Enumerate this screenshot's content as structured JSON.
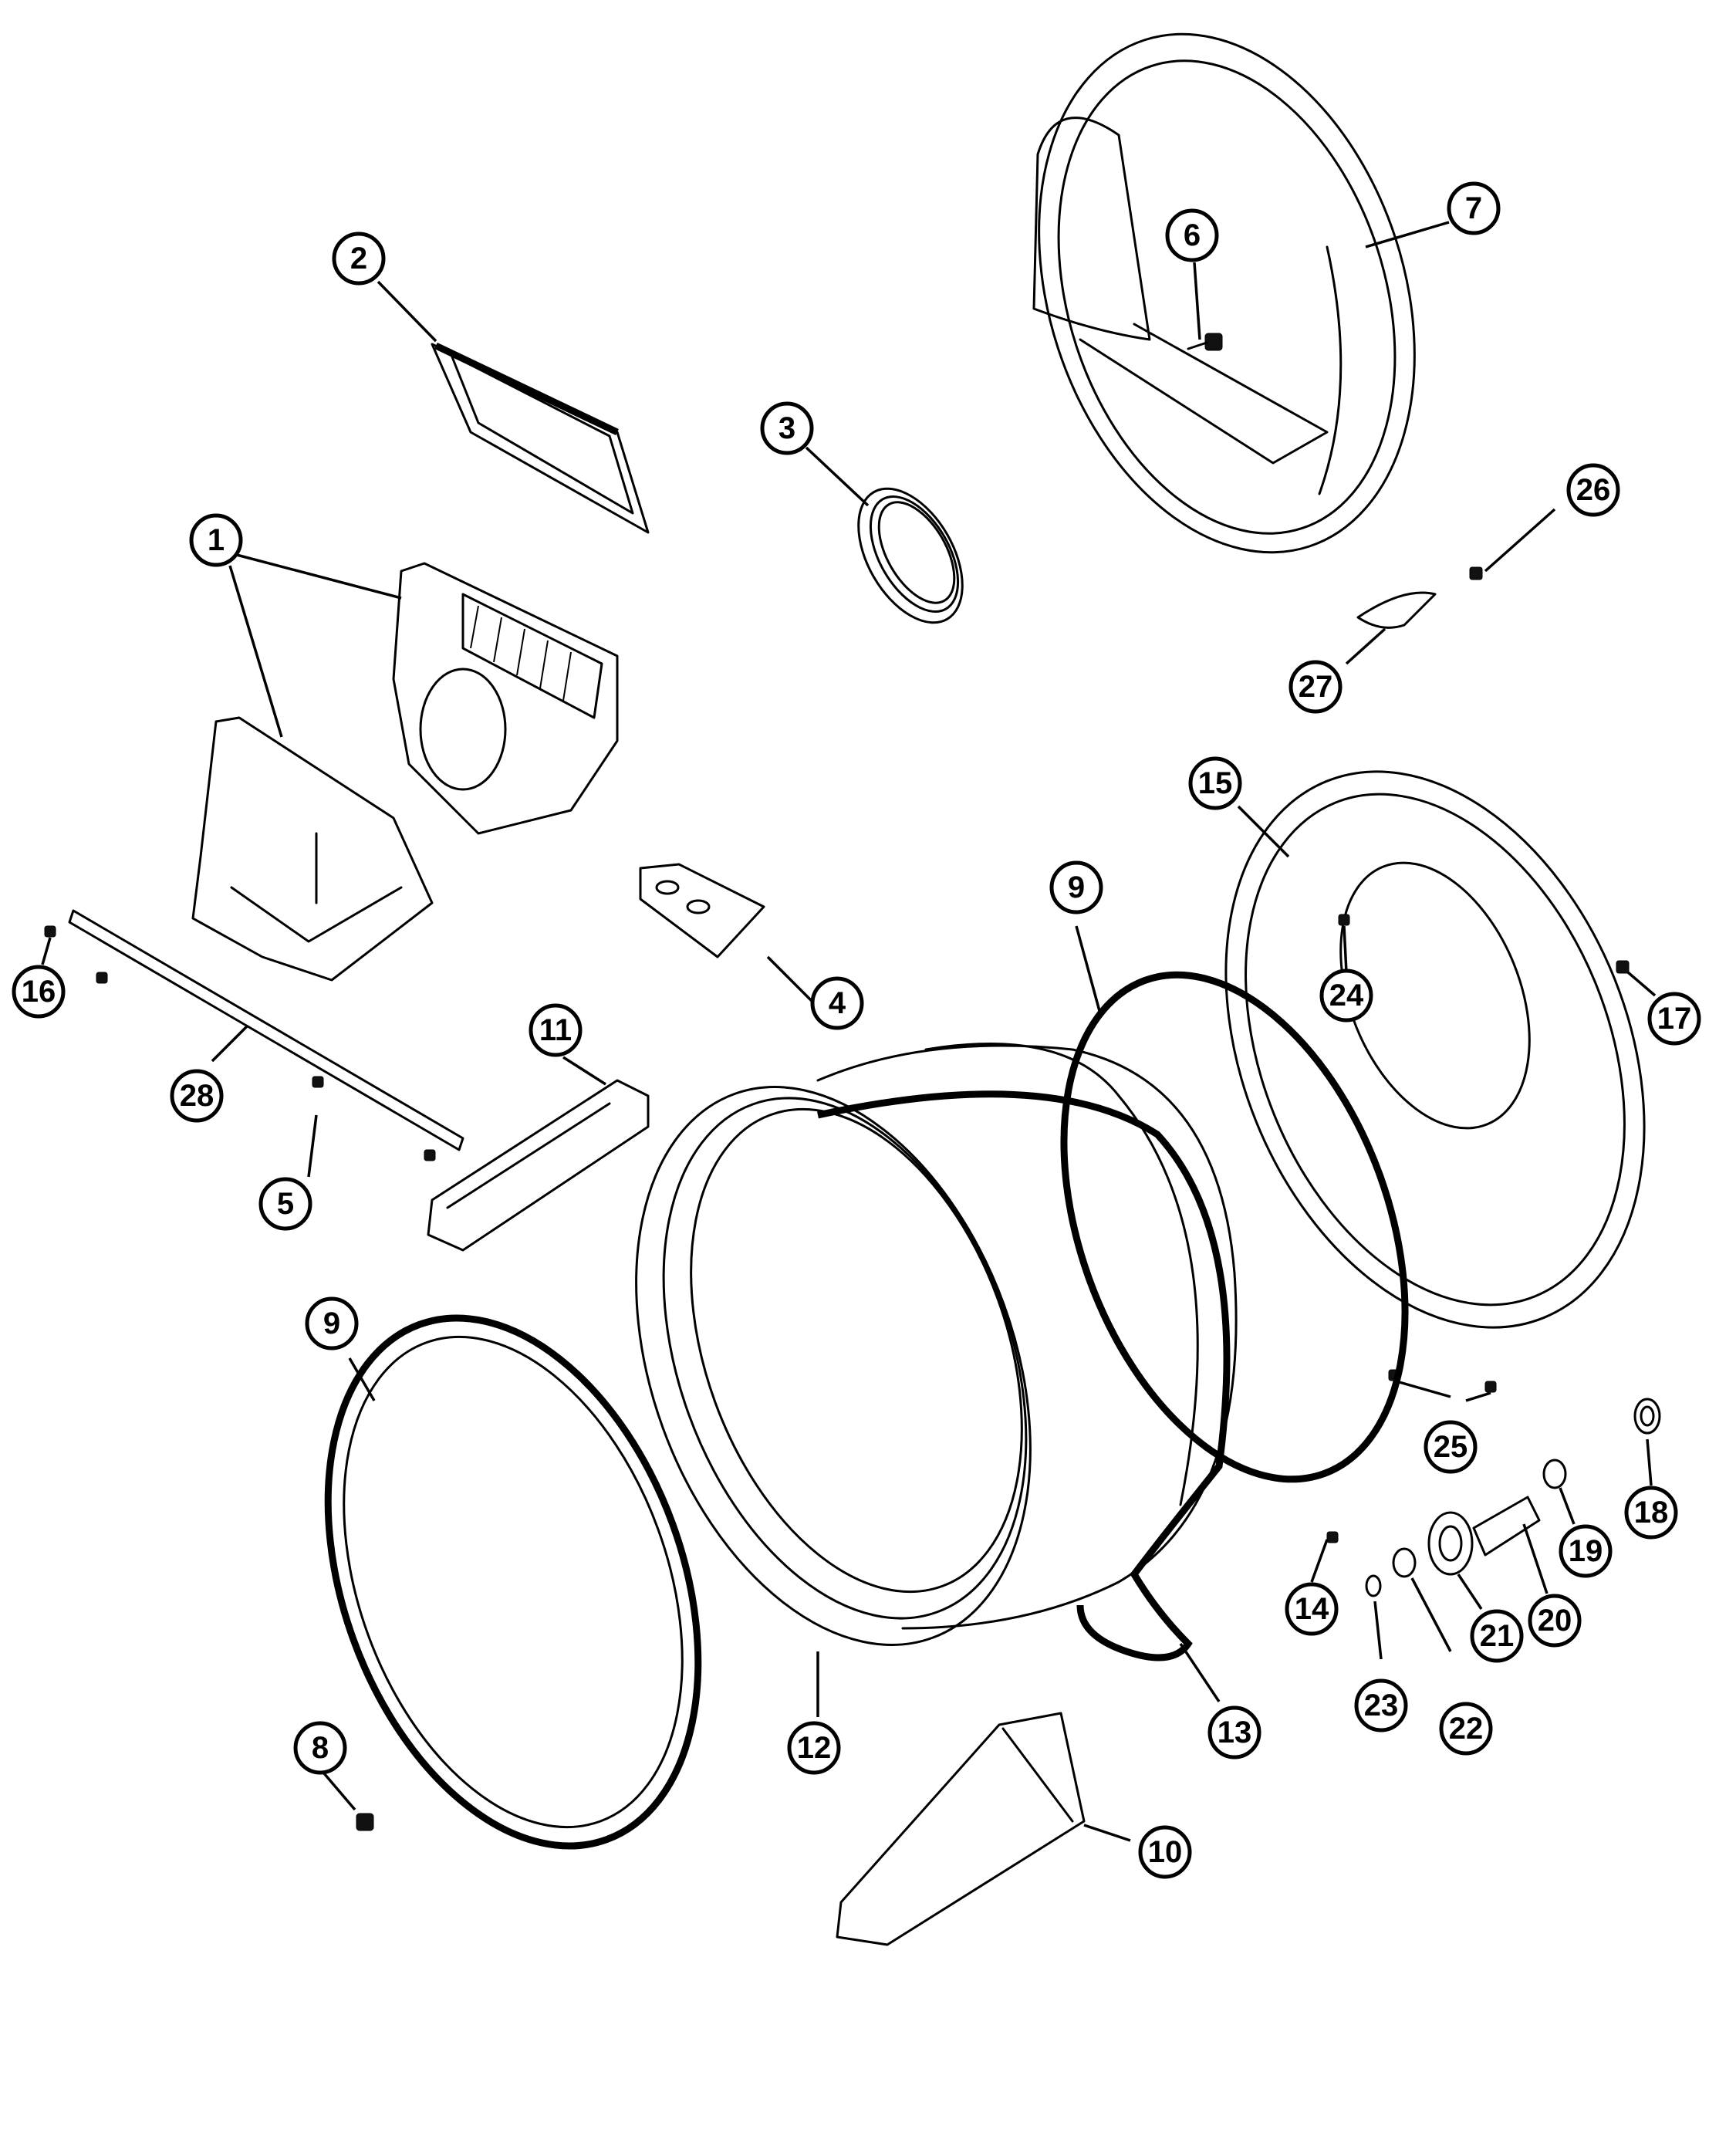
{
  "diagram": {
    "callouts": [
      {
        "id": "c1",
        "label": "1"
      },
      {
        "id": "c2",
        "label": "2"
      },
      {
        "id": "c3",
        "label": "3"
      },
      {
        "id": "c4",
        "label": "4"
      },
      {
        "id": "c5",
        "label": "5"
      },
      {
        "id": "c6",
        "label": "6"
      },
      {
        "id": "c7",
        "label": "7"
      },
      {
        "id": "c8",
        "label": "8"
      },
      {
        "id": "c9a",
        "label": "9"
      },
      {
        "id": "c9b",
        "label": "9"
      },
      {
        "id": "c10",
        "label": "10"
      },
      {
        "id": "c11",
        "label": "11"
      },
      {
        "id": "c12",
        "label": "12"
      },
      {
        "id": "c13",
        "label": "13"
      },
      {
        "id": "c14",
        "label": "14"
      },
      {
        "id": "c15",
        "label": "15"
      },
      {
        "id": "c16",
        "label": "16"
      },
      {
        "id": "c17",
        "label": "17"
      },
      {
        "id": "c18",
        "label": "18"
      },
      {
        "id": "c19",
        "label": "19"
      },
      {
        "id": "c20",
        "label": "20"
      },
      {
        "id": "c21",
        "label": "21"
      },
      {
        "id": "c22",
        "label": "22"
      },
      {
        "id": "c23",
        "label": "23"
      },
      {
        "id": "c24",
        "label": "24"
      },
      {
        "id": "c25",
        "label": "25"
      },
      {
        "id": "c26",
        "label": "26"
      },
      {
        "id": "c27",
        "label": "27"
      },
      {
        "id": "c28",
        "label": "28"
      }
    ]
  }
}
